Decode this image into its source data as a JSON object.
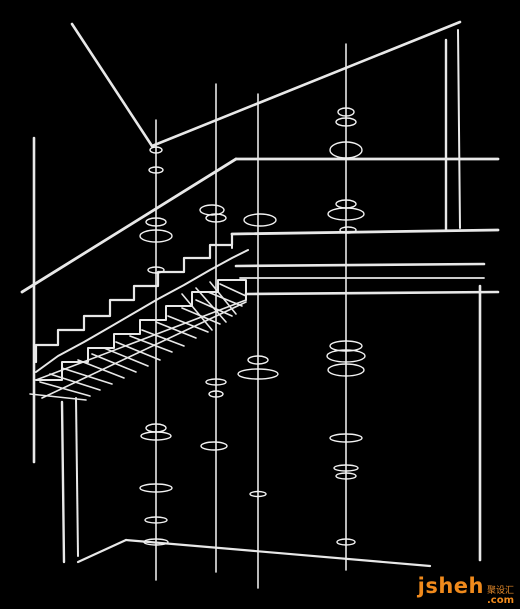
{
  "watermark": {
    "brand": "jsheh",
    "cn_label": "聚设汇",
    "tld": ".com",
    "color": "#f08a1c"
  },
  "drawing": {
    "background": "#000000",
    "stroke_color": "#e8e8e8",
    "subject": "staircase-with-hanging-pebble-lights"
  }
}
